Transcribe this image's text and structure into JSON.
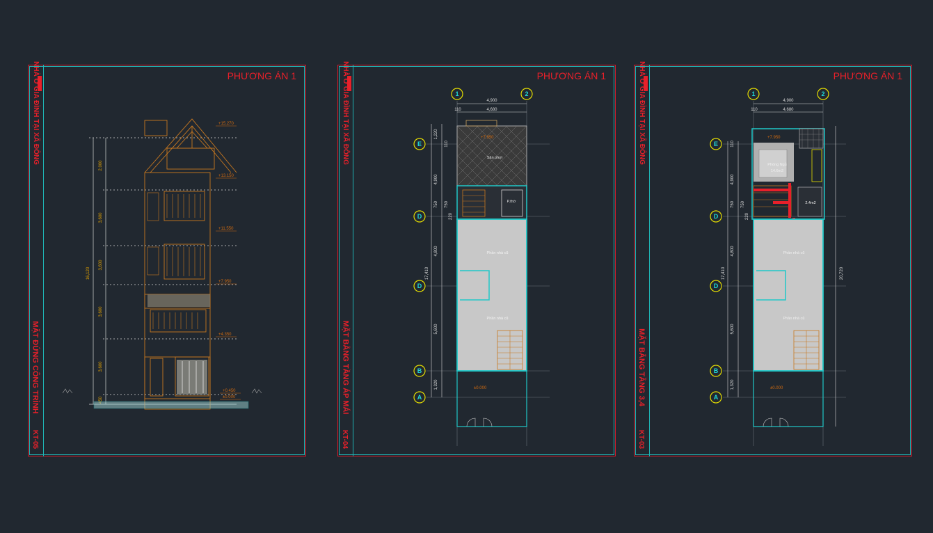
{
  "sheets": [
    {
      "header": "PHƯƠNG ÁN 1",
      "side_title": "NHÀ Ở GIA ĐÌNH TẠI XÃ ĐÔNG",
      "drawing_title": "MẶT ĐỨNG CÔNG TRÌNH",
      "sheet_no": "KT-05",
      "levels": [
        "+15.270",
        "+13.150",
        "+11.550",
        "+7.950",
        "+4.350",
        "+0.450",
        "±0.000"
      ],
      "dims_vertical": [
        "2,000",
        "3,600",
        "3,600",
        "3,600",
        "3,600",
        "450"
      ],
      "overall_height": "16,120"
    },
    {
      "header": "PHƯƠNG ÁN 1",
      "side_title": "NHÀ Ở GIA ĐÌNH TẠI XÃ ĐÔNG",
      "drawing_title": "MẶT BẰNG TẦNG ÁP MÁI",
      "sheet_no": "KT-04",
      "grid_top": [
        "1",
        "2"
      ],
      "grid_left": [
        "E",
        "D",
        "D",
        "B",
        "A"
      ],
      "dims_top": [
        "4,900",
        "110",
        "4,680"
      ],
      "dims_left": [
        "1,220",
        "110",
        "4,900",
        "750",
        "750",
        "220",
        "4,800",
        "5,600",
        "1,320"
      ],
      "overall_left": "17,410",
      "rooms": [
        "Sân phơi",
        "P.thờ",
        "Phần nhà cũ",
        "Phần nhà cũ"
      ],
      "levels": [
        "+7.950",
        "±0.000"
      ]
    },
    {
      "header": "PHƯƠNG ÁN 1",
      "side_title": "NHÀ Ở GIA ĐÌNH TẠI XÃ ĐÔNG",
      "drawing_title": "MẶT BẰNG TẦNG 3,4",
      "sheet_no": "KT-03",
      "grid_top": [
        "1",
        "2"
      ],
      "grid_left": [
        "E",
        "D",
        "D",
        "B",
        "A"
      ],
      "dims_top": [
        "4,900",
        "110",
        "4,680"
      ],
      "dims_left": [
        "110",
        "4,900",
        "750",
        "750",
        "220",
        "4,800",
        "5,600",
        "1,320"
      ],
      "overall_left": "17,410",
      "overall_right": "20,720",
      "rooms": [
        "Phòng Ngủ",
        "14.6m2",
        "2.4m2",
        "Phần nhà cũ",
        "Phần nhà cũ"
      ],
      "levels": [
        "+7.950",
        "±0.000"
      ]
    }
  ]
}
